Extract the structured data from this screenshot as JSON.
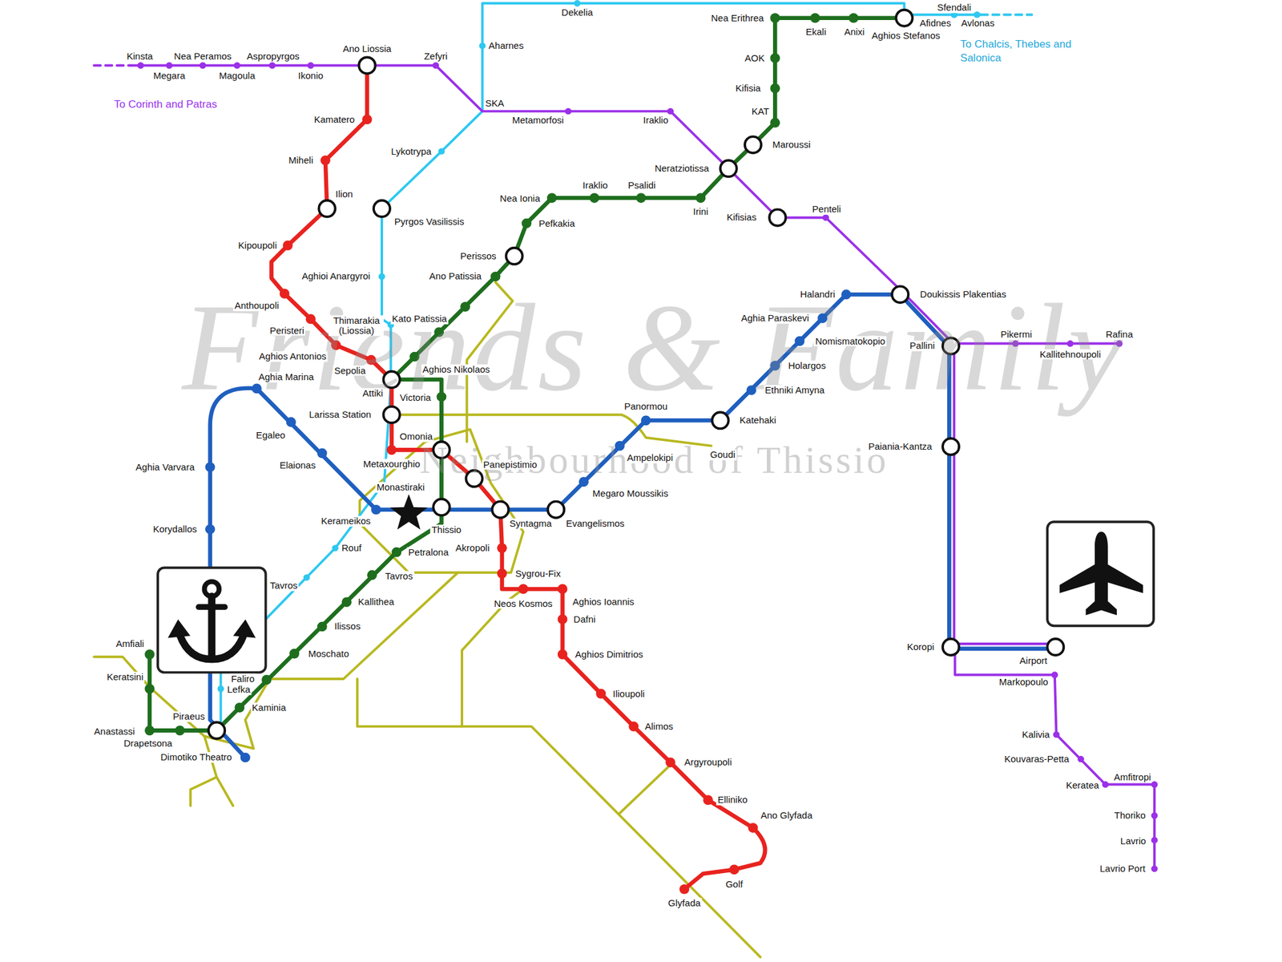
{
  "diagram": {
    "labels": [
      "Friends & Family",
      "Neighbourhood of Thissio",
      "To Corinth and Patras",
      "To Chalcis, Thebes and Salonica",
      "Kinsta",
      "Megara",
      "Nea Peramos",
      "Magoula",
      "Aspropyrgos",
      "Ikonio",
      "Ano Liossia",
      "Zefyri",
      "Dekelia",
      "Aharnes",
      "SKA",
      "Metamorfosi",
      "Iraklio",
      "Nea Erithrea",
      "Ekali",
      "Anixi",
      "Aghios Stefanos",
      "Sfendali",
      "Afidnes",
      "Avlonas",
      "AOK",
      "Kifisia",
      "KAT",
      "Maroussi",
      "Kamatero",
      "Lykotrypa",
      "Miheli",
      "Neratziotissa",
      "Ilion",
      "Iraklio",
      "Psalidi",
      "Nea Ionia",
      "Irini",
      "Kifisias",
      "Penteli",
      "Pyrgos Vasilissis",
      "Pefkakia",
      "Kipoupoli",
      "Perissos",
      "Aghioi Anargyroi",
      "Ano Patissia",
      "Halandri",
      "Doukissis Plakentias",
      "Anthoupoli",
      "Aghia Paraskevi",
      "Kato Patissia",
      "Thimarakia (Liossia)",
      "Peristeri",
      "Pikermi",
      "Rafina",
      "Nomismatokopio",
      "Pallini",
      "Kallitehnoupoli",
      "Aghios Antonios",
      "Holargos",
      "Sepolia",
      "Aghios Nikolaos",
      "Aghia Marina",
      "Ethniki Amyna",
      "Attiki",
      "Victoria",
      "Panormou",
      "Larissa Station",
      "Katehaki",
      "Egaleo",
      "Omonia",
      "Paiania-Kantza",
      "Goudi",
      "Ampelokipi",
      "Metaxourghio",
      "Panepistimio",
      "Elaionas",
      "Aghia Varvara",
      "Monastiraki",
      "Megaro Moussikis",
      "Kerameikos",
      "Syntagma",
      "Evangelismos",
      "Thissio",
      "Korydallos",
      "Rouf",
      "Akropoli",
      "Petralona",
      "Sygrou-Fix",
      "Tavros",
      "Tavros",
      "Kallithea",
      "Neos Kosmos",
      "Aghios Ioannis",
      "Dafni",
      "Ilissos",
      "Amfiali",
      "Koropi",
      "Moschato",
      "Aghios Dimitrios",
      "Airport",
      "Keratsini",
      "Faliro",
      "Markopoulo",
      "Lefka",
      "Ilioupoli",
      "Kaminia",
      "Piraeus",
      "Alimos",
      "Anastassi",
      "Kalivia",
      "Drapetsona",
      "Dimotiko Theatro",
      "Kouvaras-Petta",
      "Argyroupoli",
      "Amfitropi",
      "Keratea",
      "Elliniko",
      "Thoriko",
      "Ano Glyfada",
      "Lavrio",
      "Lavrio Port",
      "Golf",
      "Glyfada"
    ]
  }
}
